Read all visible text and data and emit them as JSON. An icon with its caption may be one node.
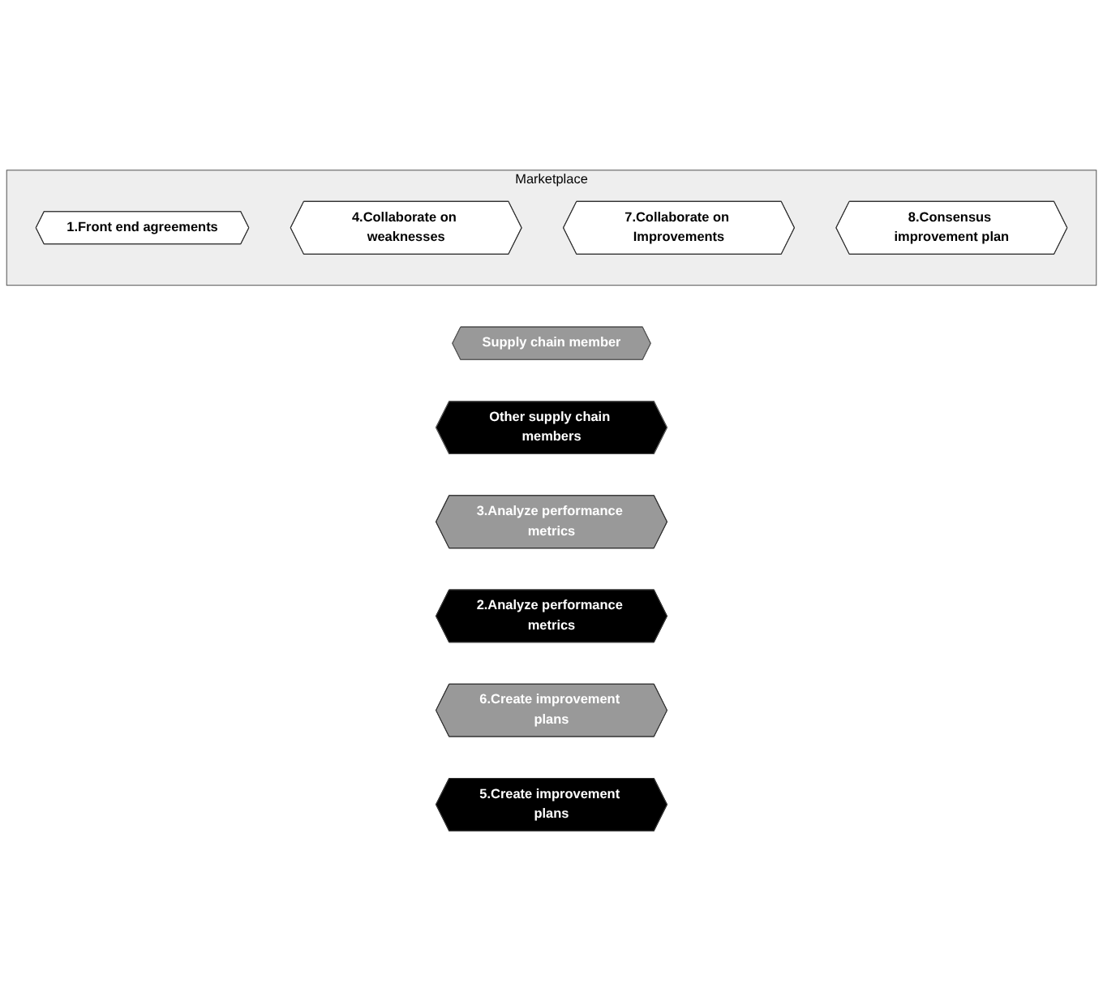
{
  "diagram": {
    "nodes": [
      {
        "text": [
          "Supply chain member"
        ]
      },
      {
        "text": [
          "Marketplace"
        ]
      },
      {
        "text": [
          "Other supply chain members"
        ]
      },
      {
        "text": [
          "1.Front end agreements"
        ],
        "in": 1
      },
      {
        "text": [
          "3.Analyze performance metrics"
        ]
      },
      {
        "text": [
          "2.Analyze performance metrics"
        ]
      },
      {
        "text": [
          "4.Collaborate on weaknesses"
        ],
        "in": 1
      },
      {
        "text": [
          "6.Create improvement plans"
        ]
      },
      {
        "text": [
          "5.Create improvement plans"
        ]
      },
      {
        "text": [
          "7.Collaborate on Improvements"
        ],
        "in": 1
      },
      {
        "text": [
          "8.Consensus improvement plan"
        ],
        "in": 1
      }
    ]
  }
}
